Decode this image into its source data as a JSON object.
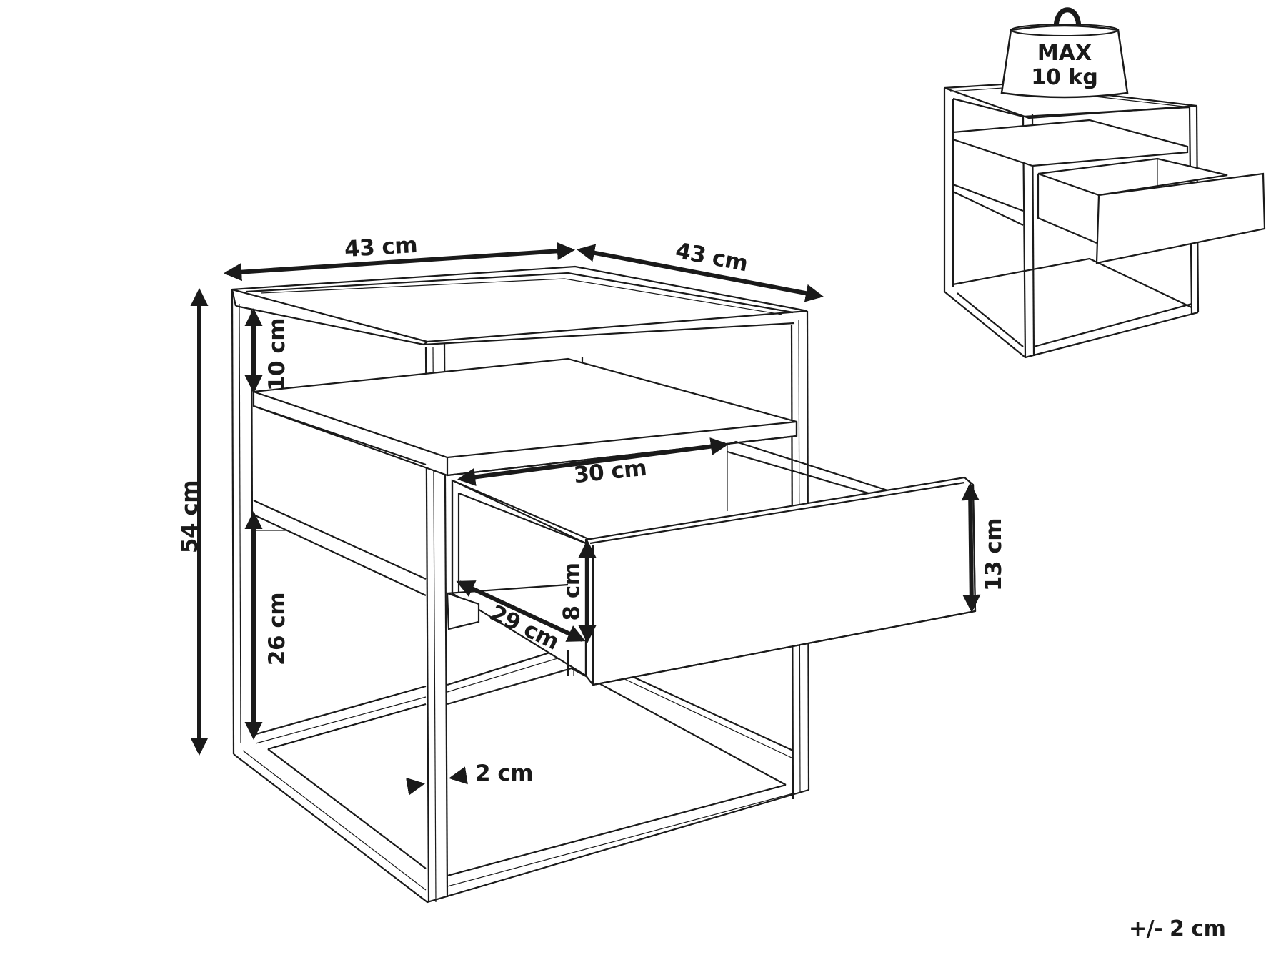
{
  "diagram": {
    "subject": "Bedside table with open drawer — dimensions",
    "dimensions": {
      "width_front": "43 cm",
      "depth_side": "43 cm",
      "height_total": "54 cm",
      "top_shelf_gap": "10 cm",
      "bottom_clearance": "26 cm",
      "drawer_inner_width": "30 cm",
      "drawer_depth": "29 cm",
      "drawer_side_height": "8 cm",
      "drawer_front_height": "13 cm",
      "frame_thickness": "2 cm"
    },
    "weight_badge": {
      "line1": "MAX",
      "line2": "10 kg"
    },
    "tolerance": "+/- 2 cm"
  }
}
